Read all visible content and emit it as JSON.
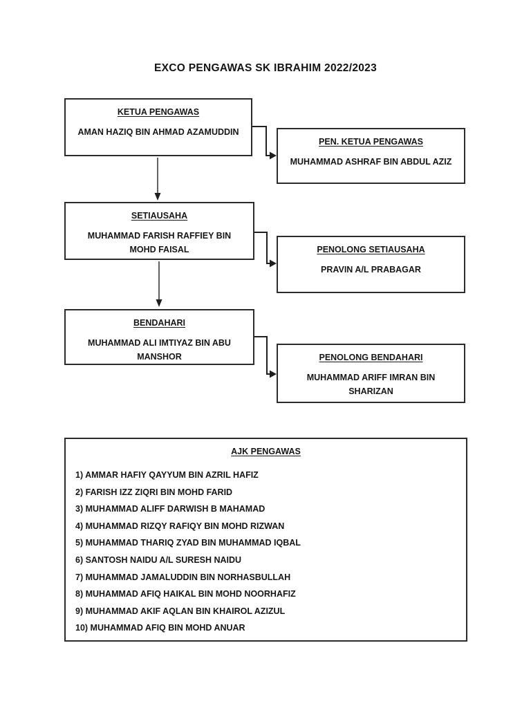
{
  "colors": {
    "page_background": "#ffffff",
    "text_ink": "#161616",
    "box_border": "#2b2b2b",
    "connector": "#1f1f1f"
  },
  "page": {
    "title": "EXCO PENGAWAS SK IBRAHIM 2022/2023"
  },
  "org_chart": {
    "positions": [
      {
        "role": "KETUA PENGAWAS",
        "name": "AMAN HAZIQ BIN AHMAD AZAMUDDIN"
      },
      {
        "role": "PEN. KETUA PENGAWAS",
        "name": "MUHAMMAD ASHRAF BIN ABDUL AZIZ"
      },
      {
        "role": "SETIAUSAHA",
        "name": "MUHAMMAD FARISH RAFFIEY BIN MOHD FAISAL"
      },
      {
        "role": "PENOLONG SETIAUSAHA",
        "name": "PRAVIN A/L PRABAGAR"
      },
      {
        "role": "BENDAHARI",
        "name": "MUHAMMAD ALI IMTIYAZ BIN ABU MANSHOR"
      },
      {
        "role": "PENOLONG BENDAHARI",
        "name": "MUHAMMAD ARIFF IMRAN BIN SHARIZAN"
      }
    ]
  },
  "ajk": {
    "heading": "AJK PENGAWAS",
    "members": [
      "1) AMMAR HAFIY QAYYUM BIN AZRIL HAFIZ",
      "2) FARISH IZZ ZIQRI BIN MOHD FARID",
      "3) MUHAMMAD ALIFF DARWISH B MAHAMAD",
      "4) MUHAMMAD RIZQY RAFIQY BIN MOHD RIZWAN",
      "5) MUHAMMAD THARIQ ZYAD BIN MUHAMMAD IQBAL",
      "6) SANTOSH NAIDU A/L SURESH NAIDU",
      "7) MUHAMMAD JAMALUDDIN BIN NORHASBULLAH",
      "8) MUHAMMAD AFIQ HAIKAL BIN MOHD NOORHAFIZ",
      "9) MUHAMMAD AKIF AQLAN BIN KHAIROL AZIZUL",
      "10) MUHAMMAD AFIQ BIN MOHD ANUAR"
    ]
  }
}
